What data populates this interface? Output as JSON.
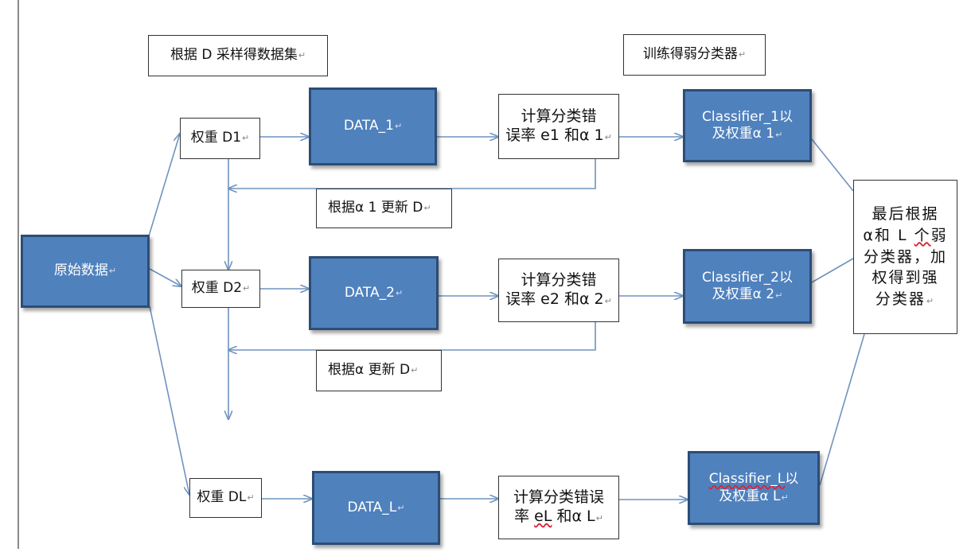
{
  "colors": {
    "box_fill": "#4f81bd",
    "box_border": "#2c4d75",
    "arrow": "#6f93bf"
  },
  "captions": {
    "sampling": "根据 D 采样得数据集",
    "training": "训练得弱分类器"
  },
  "source": {
    "label": "原始数据"
  },
  "rows": [
    {
      "weight": "权重 D1",
      "data": "DATA_1",
      "error_line1": "计算分类错",
      "error_line2": "误率 e1 和α 1",
      "classifier_line1": "Classifier_1以",
      "classifier_line2": "及权重α 1",
      "update": "根据α 1 更新 D"
    },
    {
      "weight": "权重 D2",
      "data": "DATA_2",
      "error_line1": "计算分类错",
      "error_line2": "误率 e2 和α 2",
      "classifier_line1": "Classifier_2以",
      "classifier_line2": "及权重α 2",
      "update": "根据α 更新 D"
    },
    {
      "weight": "权重 DL",
      "data": "DATA_L",
      "error_line1": "计算分类错误",
      "error_line2_a": "率 ",
      "error_line2_b": "eL",
      "error_line2_c": " 和α L",
      "classifier_line1_a": "Classifier_L",
      "classifier_line1_b": "以",
      "classifier_line2": "及权重α L"
    }
  ],
  "final": {
    "line1": "最后根据",
    "line2_a": "α和 L ",
    "line2_b": "个",
    "line2_c": "弱",
    "line3": "分类器，加",
    "line4": "权得到强",
    "line5": "分类器"
  }
}
